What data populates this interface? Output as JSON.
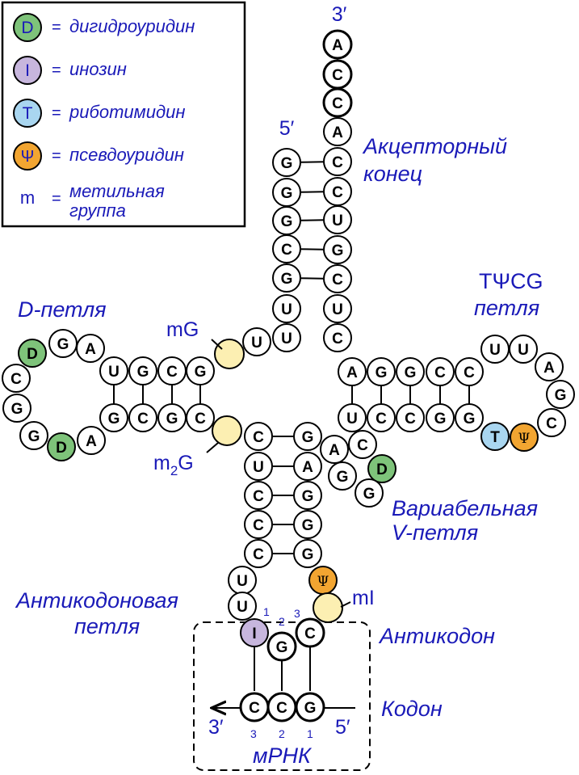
{
  "colors": {
    "dihydrouridine": "#7ec37a",
    "inosine": "#c7b6dd",
    "ribothymidine": "#a9d6f0",
    "pseudouridine": "#f2a531",
    "methyl": "#fcefb2",
    "label": "#1a1ab8"
  },
  "legend": {
    "items": [
      {
        "symbol": "D",
        "text": "дигидроуридин",
        "color_key": "dihydrouridine"
      },
      {
        "symbol": "I",
        "text": "инозин",
        "color_key": "inosine"
      },
      {
        "symbol": "T",
        "text": "риботимидин",
        "color_key": "ribothymidine"
      },
      {
        "symbol": "Ψ",
        "text": "псевдоуридин",
        "color_key": "pseudouridine"
      }
    ],
    "methyl": {
      "symbol": "m",
      "text_line1": "метильная",
      "text_line2": "группа"
    },
    "equals": "="
  },
  "labels": {
    "three_prime_top": "3′",
    "five_prime_top": "5′",
    "acceptor_line1": "Акцепторный",
    "acceptor_line2": "конец",
    "d_loop": "D-петля",
    "tpsicg_line1": "TΨCG",
    "tpsicg_line2": "петля",
    "mG_prefix": "mG",
    "m2G_m": "m",
    "m2G_sub": "2",
    "m2G_G": "G",
    "mI": "mI",
    "variable_line1": "Вариабельная",
    "variable_line2": "V-петля",
    "anticodon_loop_line1": "Антикодоновая",
    "anticodon_loop_line2": "петля",
    "anticodon": "Антикодон",
    "codon": "Кодон",
    "mrna_3": "3′",
    "mrna_5": "5′",
    "mrna": "мРНК",
    "ac_pos1": "1",
    "ac_pos2": "2",
    "ac_pos3": "3",
    "cd_pos3": "3",
    "cd_pos2": "2",
    "cd_pos1": "1"
  },
  "nucleotides": {
    "acceptor_5": [
      "G",
      "G",
      "G",
      "C",
      "G",
      "U",
      "U"
    ],
    "acceptor_3_tail": [
      "A",
      "C",
      "C",
      "A"
    ],
    "acceptor_3": [
      "C",
      "C",
      "U",
      "G",
      "C",
      "U",
      "C"
    ],
    "d_top": [
      "U",
      "G",
      "C",
      "G"
    ],
    "d_bottom": [
      "G",
      "C",
      "G",
      "C"
    ],
    "d_loop": [
      "A",
      "G",
      "D",
      "C",
      "G",
      "G",
      "D",
      "A"
    ],
    "t_top": [
      "A",
      "G",
      "G",
      "C",
      "C"
    ],
    "t_bottom": [
      "U",
      "C",
      "C",
      "G",
      "G"
    ],
    "t_loop": [
      "U",
      "U",
      "A",
      "G",
      "C",
      "Ψ",
      "T"
    ],
    "ac_left": [
      "C",
      "U",
      "C",
      "C",
      "C",
      "U",
      "U"
    ],
    "ac_right": [
      "G",
      "A",
      "G",
      "G",
      "G",
      "Ψ",
      ""
    ],
    "variable": [
      "A",
      "C",
      "D",
      "G",
      "G"
    ],
    "anticodon": [
      "I",
      "G",
      "C"
    ],
    "codon": [
      "C",
      "C",
      "G"
    ],
    "junction_mG": "",
    "junction_m2G": ""
  }
}
